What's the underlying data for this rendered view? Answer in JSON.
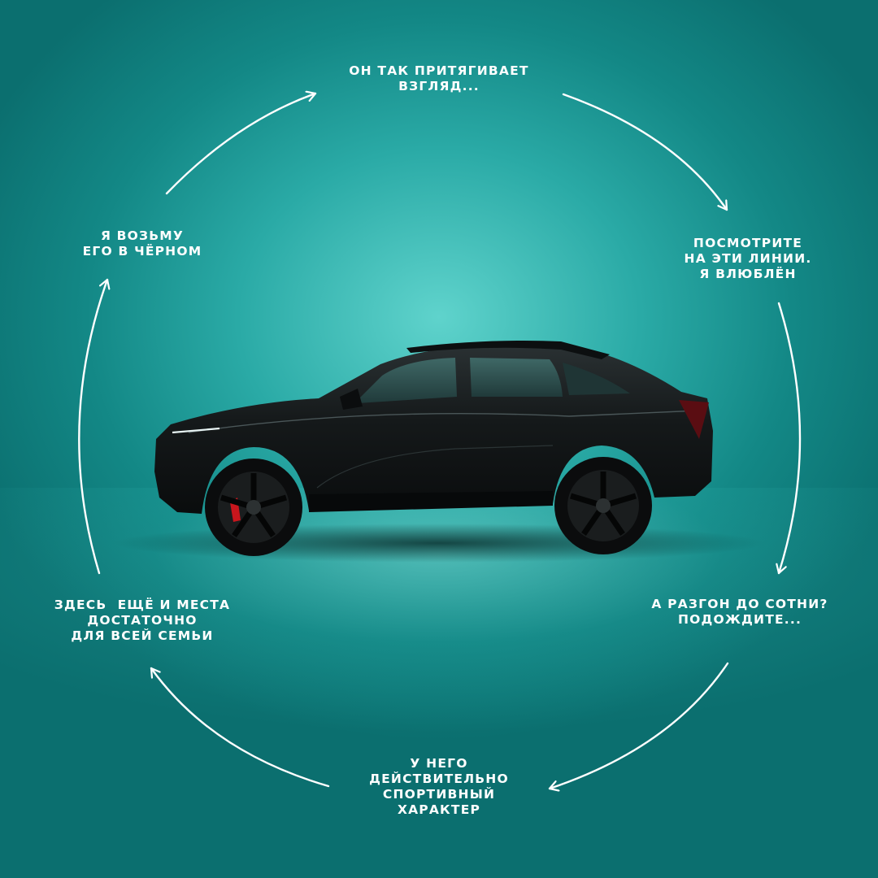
{
  "captions": {
    "top": [
      "Он так притягивает",
      "взгляд..."
    ],
    "top_right": [
      "Посмотрите",
      "на эти линии.",
      "Я влюблён"
    ],
    "bottom_right": [
      "А разгон до сотни?",
      "Подождите..."
    ],
    "bottom": [
      "У него",
      "действительно",
      "спортивный",
      "характер"
    ],
    "bottom_left": [
      "Здесь  ещё и места",
      "достаточно",
      "для всей семьи"
    ],
    "top_left": [
      "Я возьму",
      "его в чёрном"
    ]
  },
  "colors": {
    "background": "#2aaaa6",
    "text": "#ffffff",
    "car_body": "#141718",
    "brake_caliper": "#c8161d"
  },
  "image": {
    "subject": "black coupe crossover, side view",
    "cycle_arrows": 6
  }
}
